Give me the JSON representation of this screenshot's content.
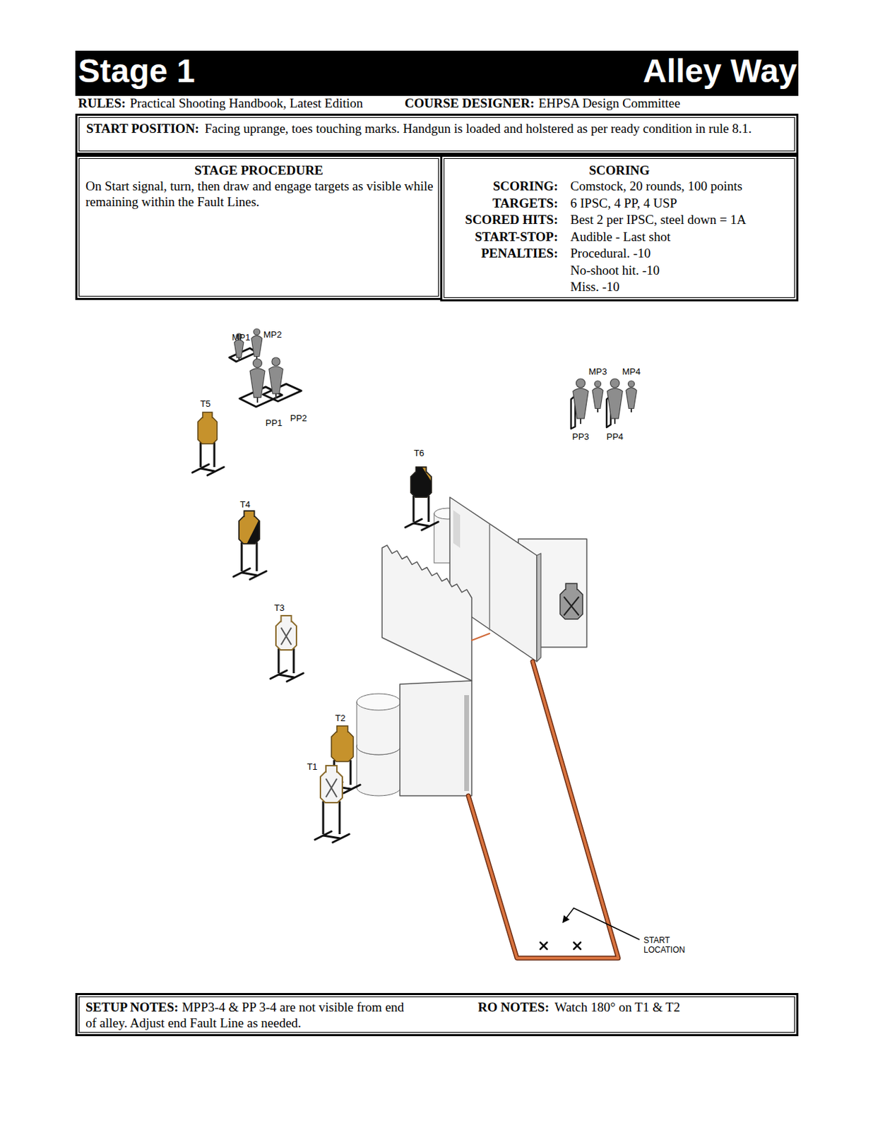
{
  "diagram": {
    "nodes": [
      {
        "text": [
          "Stage 1",
          "Alley Way"
        ]
      },
      {
        "text": [
          "START POSITION:",
          "Facing uprange, toes touching marks. Handgun is loaded and holstered as per ready condition in rule 8.1."
        ]
      },
      {
        "text": [
          "STAGE PROCEDURE",
          "On Start signal, turn, then draw and engage targets as visible while remaining within the Fault Lines."
        ]
      },
      {
        "text": [
          "SCORING",
          "SCORING:",
          "Comstock, 20 rounds, 100 points",
          "TARGETS:",
          "6 IPSC, 4 PP, 4 USP",
          "SCORED HITS:",
          "Best 2 per IPSC, steel down = 1A",
          "START-STOP:",
          "Audible - Last shot",
          "PENALTIES:",
          "Procedural. -10",
          "No-shoot hit. -10",
          "Miss. -10"
        ]
      },
      {
        "text": [
          "SETUP NOTES:",
          "MPP3-4 & PP 3-4 are not visible from end of alley. Adjust end Fault Line as needed.",
          "RO NOTES:",
          "Watch 180° on T1 & T2"
        ]
      }
    ],
    "labels": [
      "RULES:",
      "Practical Shooting Handbook, Latest Edition",
      "COURSE DESIGNER:",
      "EHPSA Design Committee",
      "MP1",
      "MP2",
      "T5",
      "PP1",
      "PP2",
      "MP3",
      "MP4",
      "PP3",
      "PP4",
      "T6",
      "T4",
      "T3",
      "T2",
      "T1",
      "START LOCATION"
    ]
  }
}
